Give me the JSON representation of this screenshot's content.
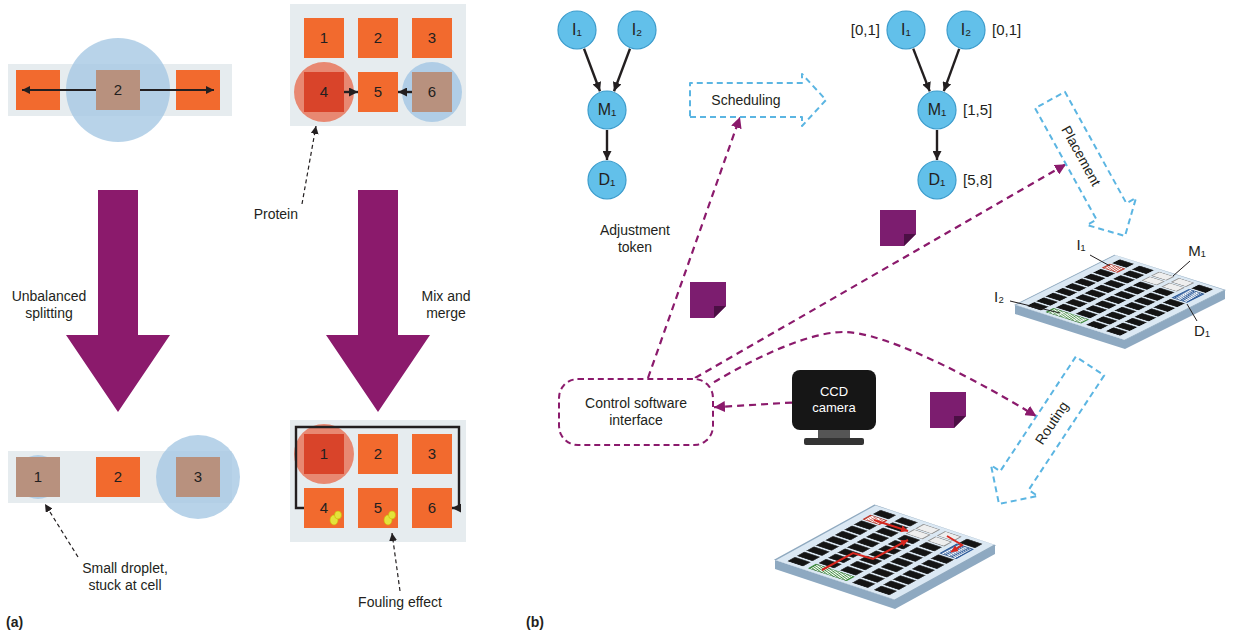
{
  "diagram": {
    "nodes": [
      {
        "text": [
          "2"
        ]
      },
      {
        "text": [
          "1"
        ]
      },
      {
        "text": [
          "2"
        ]
      },
      {
        "text": [
          "3"
        ]
      },
      {
        "text": [
          "1"
        ]
      },
      {
        "text": [
          "2"
        ]
      },
      {
        "text": [
          "3"
        ]
      },
      {
        "text": [
          "4"
        ]
      },
      {
        "text": [
          "5"
        ]
      },
      {
        "text": [
          "6"
        ]
      },
      {
        "text": [
          "1"
        ]
      },
      {
        "text": [
          "2"
        ]
      },
      {
        "text": [
          "3"
        ]
      },
      {
        "text": [
          "4"
        ]
      },
      {
        "text": [
          "5"
        ]
      },
      {
        "text": [
          "6"
        ]
      },
      {
        "text": [
          "I₁"
        ]
      },
      {
        "text": [
          "I₂"
        ]
      },
      {
        "text": [
          "M₁"
        ]
      },
      {
        "text": [
          "D₁"
        ]
      },
      {
        "text": [
          "Scheduling"
        ]
      },
      {
        "text": [
          "I₁",
          "[0,1]"
        ]
      },
      {
        "text": [
          "I₂",
          "[0,1]"
        ]
      },
      {
        "text": [
          "M₁",
          "[1,5]"
        ]
      },
      {
        "text": [
          "D₁",
          "[5,8]"
        ]
      },
      {
        "text": [
          "Placement"
        ]
      },
      {
        "text": [
          "Control software interface"
        ]
      },
      {
        "text": [
          "CCD camera"
        ]
      },
      {
        "text": [
          "Routing"
        ]
      }
    ],
    "edges": [
      {
        "from": 7,
        "to": 8,
        "arrow": "to"
      },
      {
        "from": 9,
        "to": 8,
        "arrow": "to"
      },
      {
        "from": 13,
        "to": 15,
        "arrow": "to"
      },
      {
        "from": 16,
        "to": 18,
        "arrow": "to"
      },
      {
        "from": 17,
        "to": 18,
        "arrow": "to"
      },
      {
        "from": 18,
        "to": 19,
        "arrow": "to"
      },
      {
        "from": 21,
        "to": 23,
        "arrow": "to"
      },
      {
        "from": 22,
        "to": 23,
        "arrow": "to"
      },
      {
        "from": 23,
        "to": 24,
        "arrow": "to"
      },
      {
        "from": 26,
        "to": 20,
        "arrow": "to"
      },
      {
        "from": 26,
        "to": 25,
        "arrow": "to"
      },
      {
        "from": 26,
        "to": 28,
        "arrow": "to"
      },
      {
        "from": 27,
        "to": 26,
        "arrow": "to"
      }
    ],
    "labels": [
      "Protein",
      "Unbalanced splitting",
      "Mix and merge",
      "Small droplet, stuck at cell",
      "Fouling effect",
      "(a)",
      "Adjustment token",
      "I₁",
      "M₁",
      "I₂",
      "D₁",
      "(b)"
    ]
  }
}
